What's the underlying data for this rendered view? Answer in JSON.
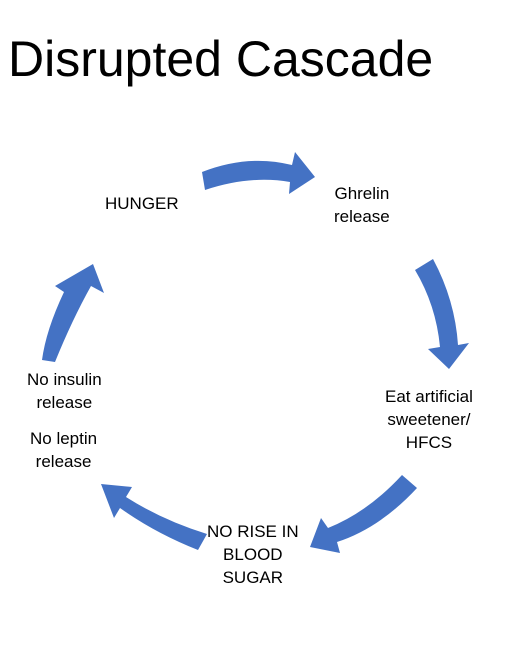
{
  "title": "Disrupted Cascade",
  "diagram": {
    "arrow_color": "#4472C4",
    "nodes": [
      {
        "id": "hunger",
        "lines": [
          "HUNGER"
        ]
      },
      {
        "id": "ghrelin",
        "lines": [
          "Ghrelin",
          "release"
        ]
      },
      {
        "id": "eat",
        "lines": [
          "Eat artificial",
          "sweetener/",
          "HFCS"
        ]
      },
      {
        "id": "no-rise",
        "lines": [
          "NO RISE IN",
          "BLOOD",
          "SUGAR"
        ]
      },
      {
        "id": "no-insulin",
        "lines": [
          "No insulin",
          "release"
        ]
      },
      {
        "id": "no-leptin",
        "lines": [
          "No leptin",
          "release"
        ]
      }
    ]
  }
}
